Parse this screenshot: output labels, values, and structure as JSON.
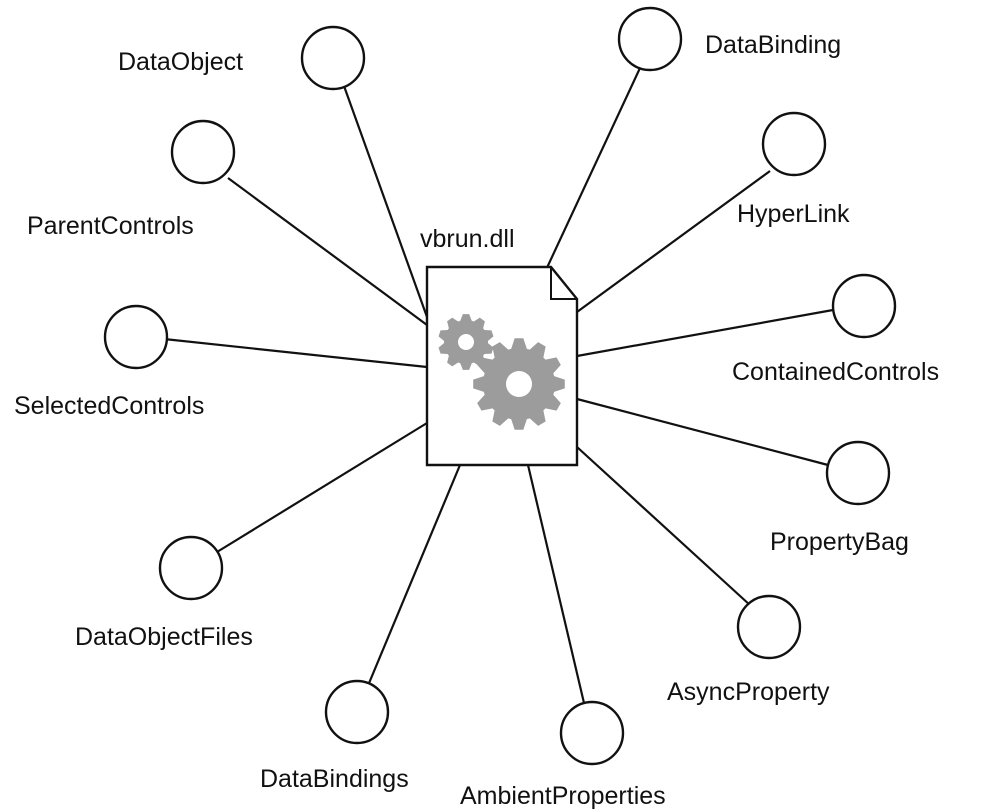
{
  "diagram": {
    "center": {
      "label": "vbrun.dll",
      "icon": "gears-file-icon"
    },
    "nodes": [
      {
        "id": "dataobject",
        "label": "DataObject"
      },
      {
        "id": "databinding",
        "label": "DataBinding"
      },
      {
        "id": "parentcontrols",
        "label": "ParentControls"
      },
      {
        "id": "hyperlink",
        "label": "HyperLink"
      },
      {
        "id": "selectedcontrols",
        "label": "SelectedControls"
      },
      {
        "id": "containedcontrols",
        "label": "ContainedControls"
      },
      {
        "id": "propertybag",
        "label": "PropertyBag"
      },
      {
        "id": "dataobjectfiles",
        "label": "DataObjectFiles"
      },
      {
        "id": "asyncproperty",
        "label": "AsyncProperty"
      },
      {
        "id": "databindings",
        "label": "DataBindings"
      },
      {
        "id": "ambientproperties",
        "label": "AmbientProperties"
      }
    ]
  }
}
